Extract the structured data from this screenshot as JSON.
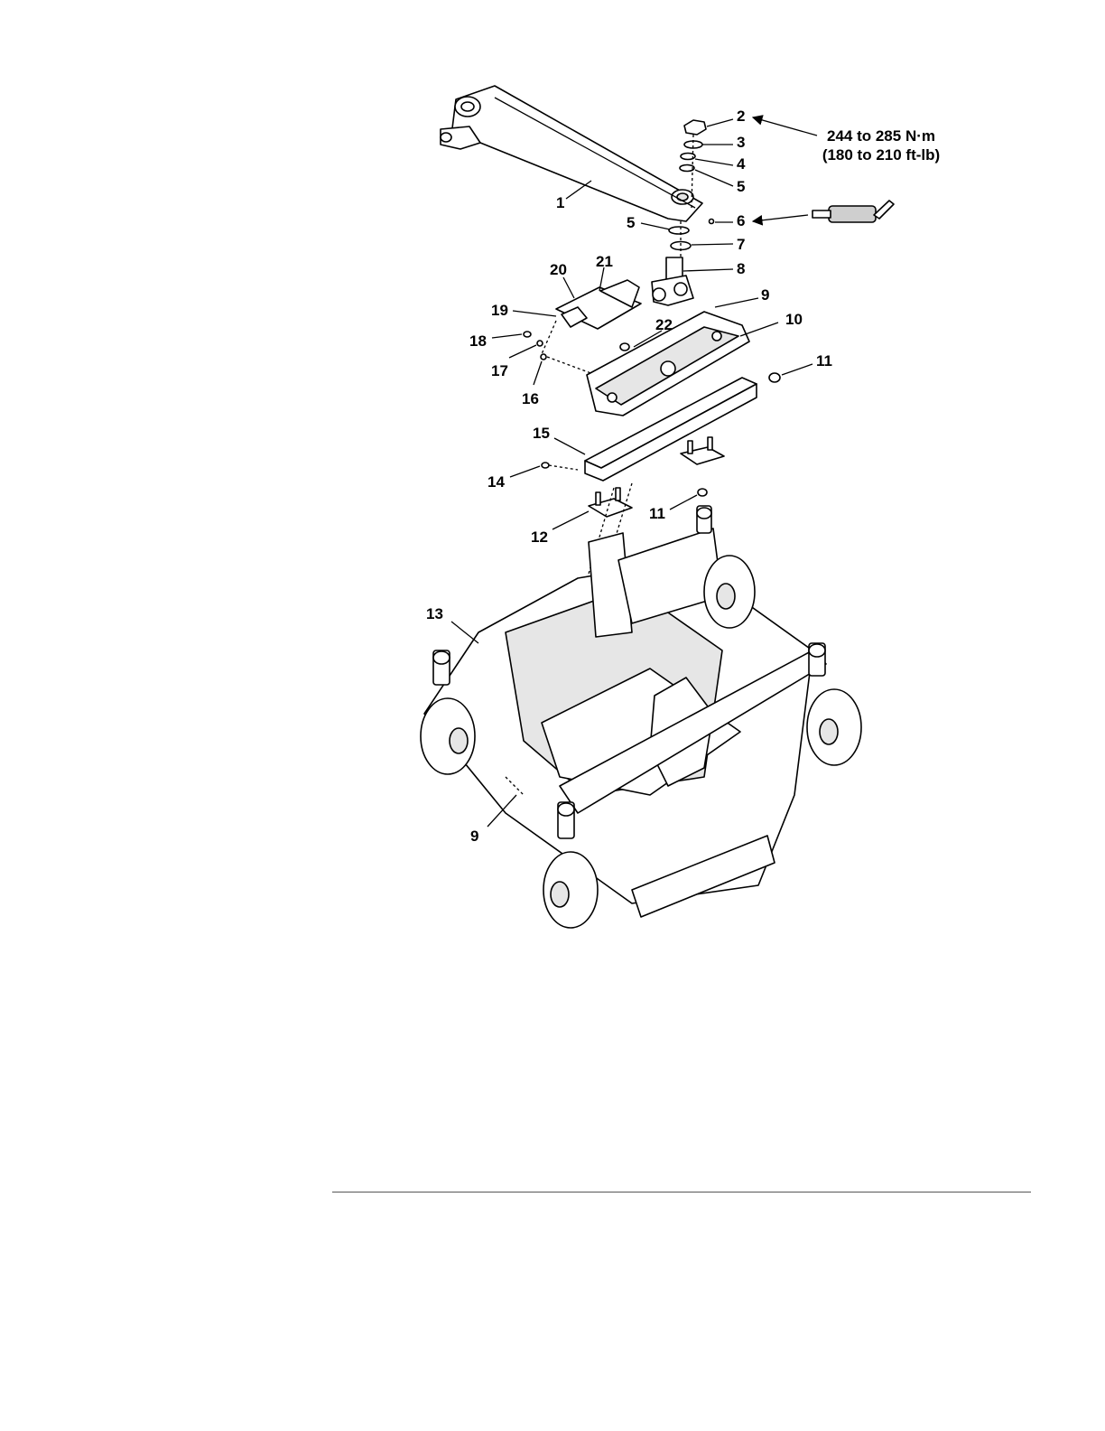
{
  "torque_spec": {
    "line1": "244 to 285 N·m",
    "line2": "(180 to 210 ft-lb)"
  },
  "callouts": [
    "1",
    "2",
    "3",
    "4",
    "5",
    "5",
    "6",
    "7",
    "8",
    "9",
    "9",
    "10",
    "11",
    "11",
    "12",
    "13",
    "14",
    "15",
    "16",
    "17",
    "18",
    "19",
    "20",
    "21",
    "22"
  ]
}
